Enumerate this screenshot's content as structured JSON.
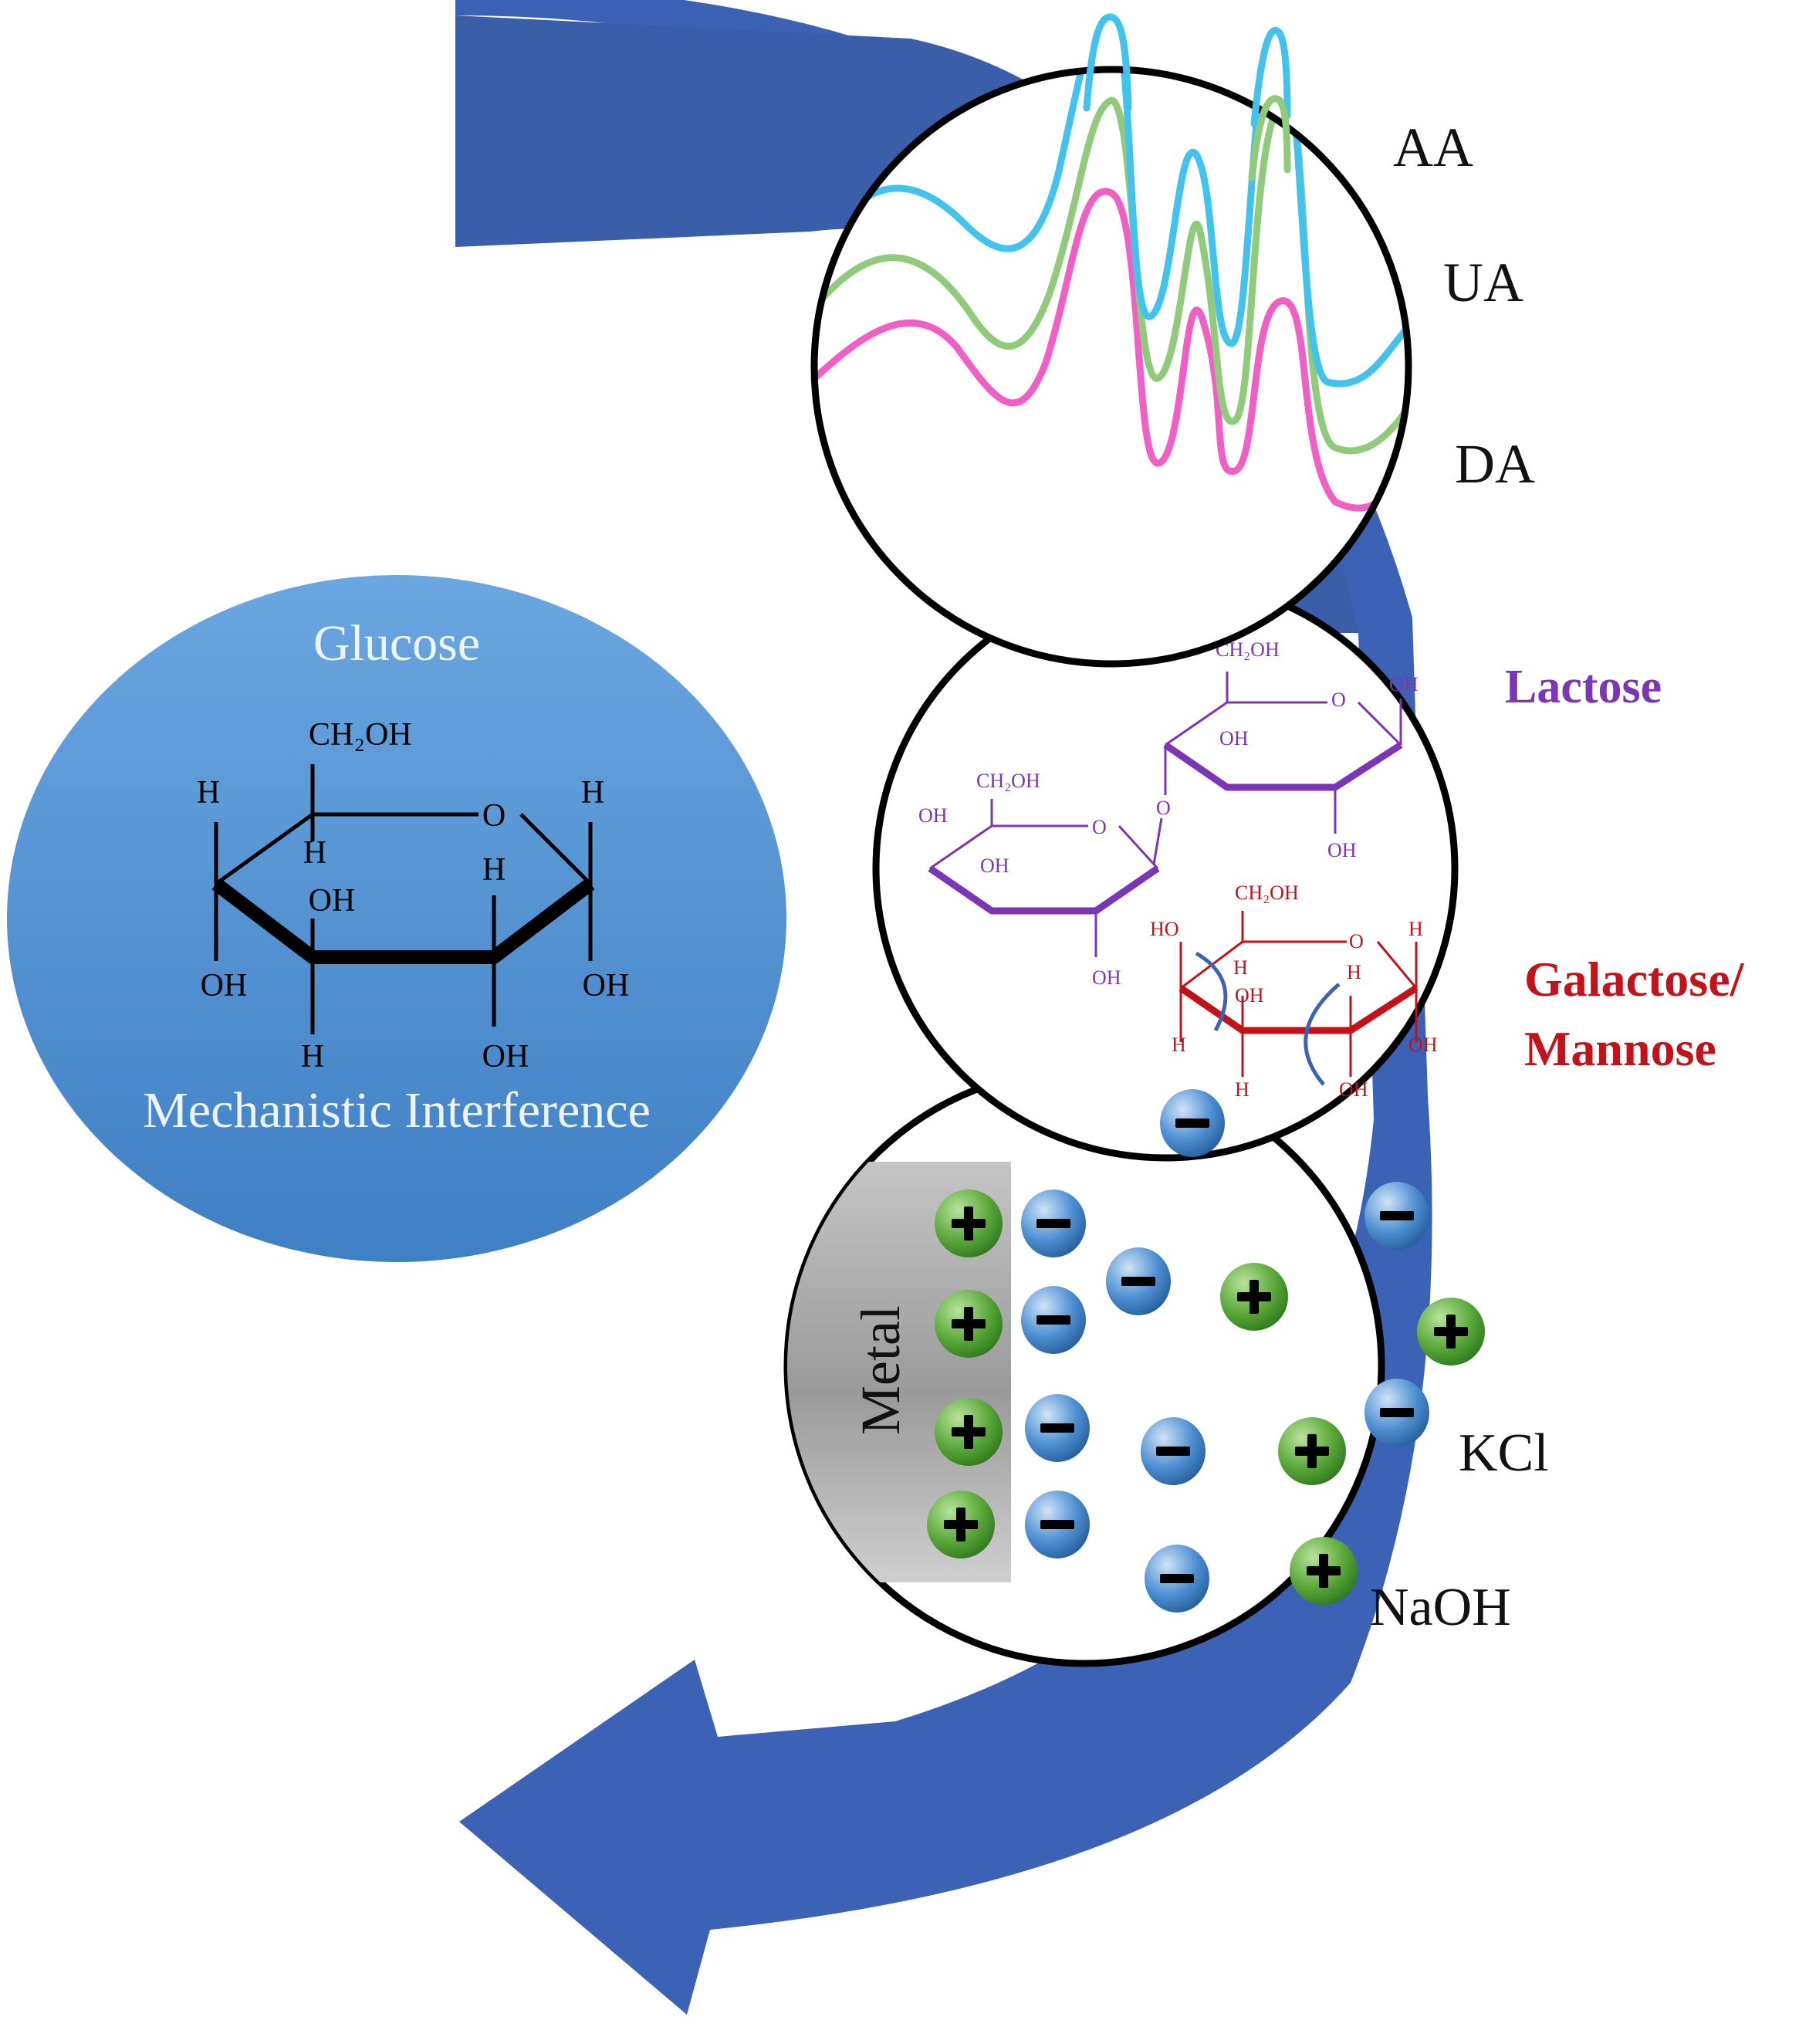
{
  "colors": {
    "arrow": "#3b62b4",
    "arrow_dark": "#2f529c",
    "glucose_fill": "#5a98d8",
    "glucose_text_light": "#f2f6fb",
    "trace_aa": "#41c3ee",
    "trace_ua": "#8fcb7a",
    "trace_da": "#ef5fc4",
    "lactose": "#7b35b5",
    "galactose": "#c4121a",
    "plus_ion": "#5da83b",
    "minus_ion": "#4f8fd0",
    "metal": "#a8a8a8"
  },
  "glucose": {
    "title": "Glucose",
    "caption": "Mechanistic Interference",
    "ch2oh": "CH₂OH",
    "ring_o": "O",
    "h": "H",
    "oh": "OH"
  },
  "voltammetry": {
    "labels": [
      "AA",
      "UA",
      "DA"
    ]
  },
  "sugars": {
    "lactose_label": "Lactose",
    "galactose_label_line1": "Galactose/",
    "galactose_label_line2": "Mannose",
    "ch2oh": "CH₂OH",
    "oh": "OH",
    "ho": "HO",
    "o": "O",
    "h": "H"
  },
  "double_layer": {
    "metal_label": "Metal",
    "electrolyte_labels": [
      "KCl",
      "NaOH"
    ],
    "plus_symbol": "+",
    "minus_symbol": "−"
  }
}
